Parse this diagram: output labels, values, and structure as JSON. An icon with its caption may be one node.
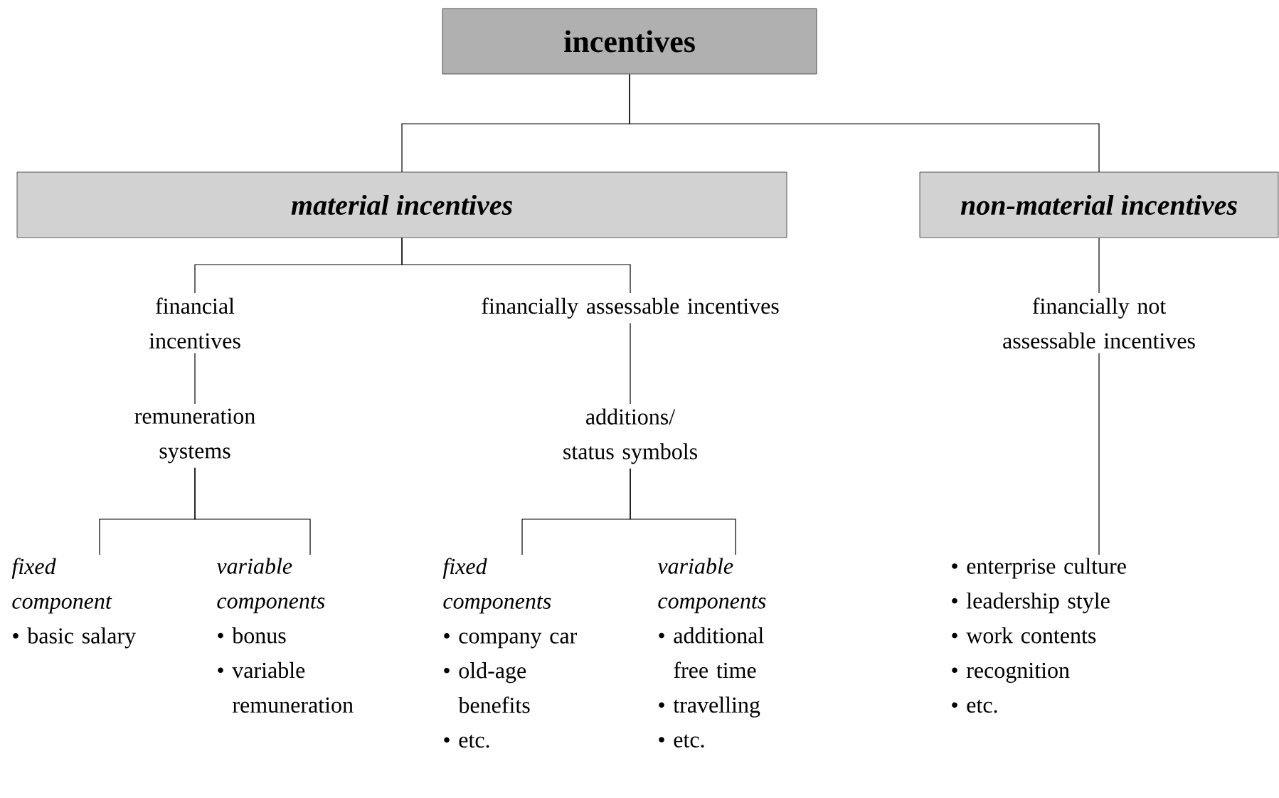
{
  "diagram": {
    "nodes": [
      {
        "text": [
          "incentives"
        ]
      },
      {
        "text": [
          "material incentives"
        ]
      },
      {
        "text": [
          "non-material incentives"
        ]
      },
      {
        "text": [
          "financial incentives"
        ]
      },
      {
        "text": [
          "financially assessable incentives"
        ]
      },
      {
        "text": [
          "financially not assessable incentives"
        ]
      },
      {
        "text": [
          "remuneration systems"
        ]
      },
      {
        "text": [
          "additions/ status symbols"
        ]
      },
      {
        "text": [
          "fixed component",
          "• basic salary"
        ]
      },
      {
        "text": [
          "variable components",
          "• bonus",
          "• variable remuneration"
        ]
      },
      {
        "text": [
          "fixed components",
          "• company car",
          "• old-age benefits",
          "• etc."
        ]
      },
      {
        "text": [
          "variable components",
          "• additional free time",
          "• travelling",
          "• etc."
        ]
      },
      {
        "text": [
          "• enterprise culture",
          "• leadership style",
          "• work contents",
          "• recognition",
          "• etc."
        ]
      }
    ],
    "edges": [
      {
        "from": 0,
        "to": 1,
        "arrow": "none"
      },
      {
        "from": 0,
        "to": 2,
        "arrow": "none"
      },
      {
        "from": 1,
        "to": 3,
        "arrow": "none"
      },
      {
        "from": 1,
        "to": 4,
        "arrow": "none"
      },
      {
        "from": 2,
        "to": 5,
        "arrow": "none"
      },
      {
        "from": 3,
        "to": 6,
        "arrow": "none"
      },
      {
        "from": 4,
        "to": 7,
        "arrow": "none"
      },
      {
        "from": 6,
        "to": 8,
        "arrow": "none"
      },
      {
        "from": 6,
        "to": 9,
        "arrow": "none"
      },
      {
        "from": 7,
        "to": 10,
        "arrow": "none"
      },
      {
        "from": 7,
        "to": 11,
        "arrow": "none"
      },
      {
        "from": 5,
        "to": 12,
        "arrow": "none"
      }
    ]
  }
}
